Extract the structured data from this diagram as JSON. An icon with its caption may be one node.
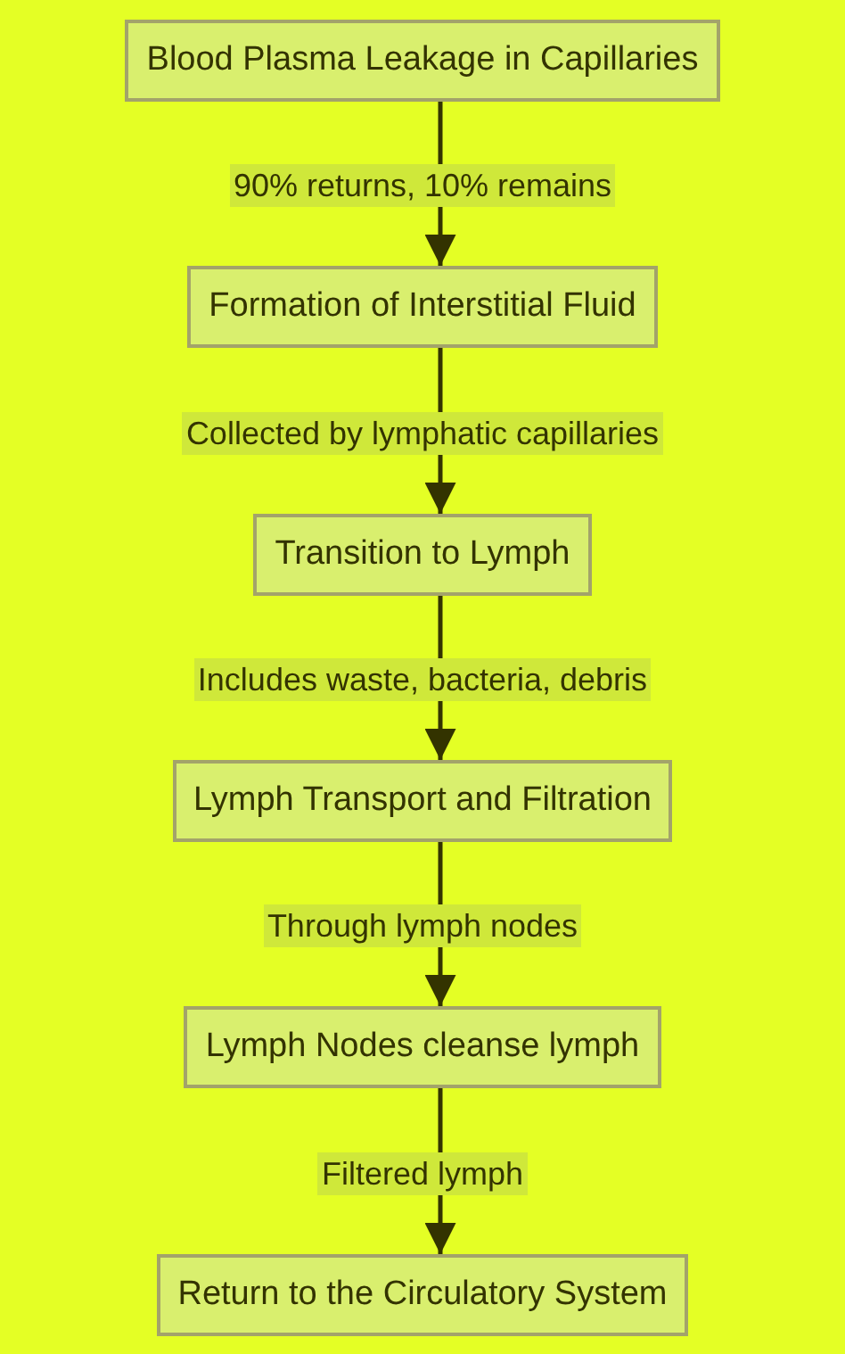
{
  "diagram": {
    "nodes": [
      {
        "text": [
          "Blood Plasma Leakage in Capillaries"
        ]
      },
      {
        "text": [
          "Formation of Interstitial Fluid"
        ]
      },
      {
        "text": [
          "Transition to Lymph"
        ]
      },
      {
        "text": [
          "Lymph Transport and Filtration"
        ]
      },
      {
        "text": [
          "Lymph Nodes cleanse lymph"
        ]
      },
      {
        "text": [
          "Return to the Circulatory System"
        ]
      }
    ],
    "edges": [
      {
        "from": 0,
        "to": 1,
        "arrow": "to",
        "label": "90% returns, 10% remains"
      },
      {
        "from": 1,
        "to": 2,
        "arrow": "to",
        "label": "Collected by lymphatic capillaries"
      },
      {
        "from": 2,
        "to": 3,
        "arrow": "to",
        "label": "Includes waste, bacteria, debris"
      },
      {
        "from": 3,
        "to": 4,
        "arrow": "to",
        "label": "Through lymph nodes"
      },
      {
        "from": 4,
        "to": 5,
        "arrow": "to",
        "label": "Filtered lymph"
      }
    ]
  }
}
